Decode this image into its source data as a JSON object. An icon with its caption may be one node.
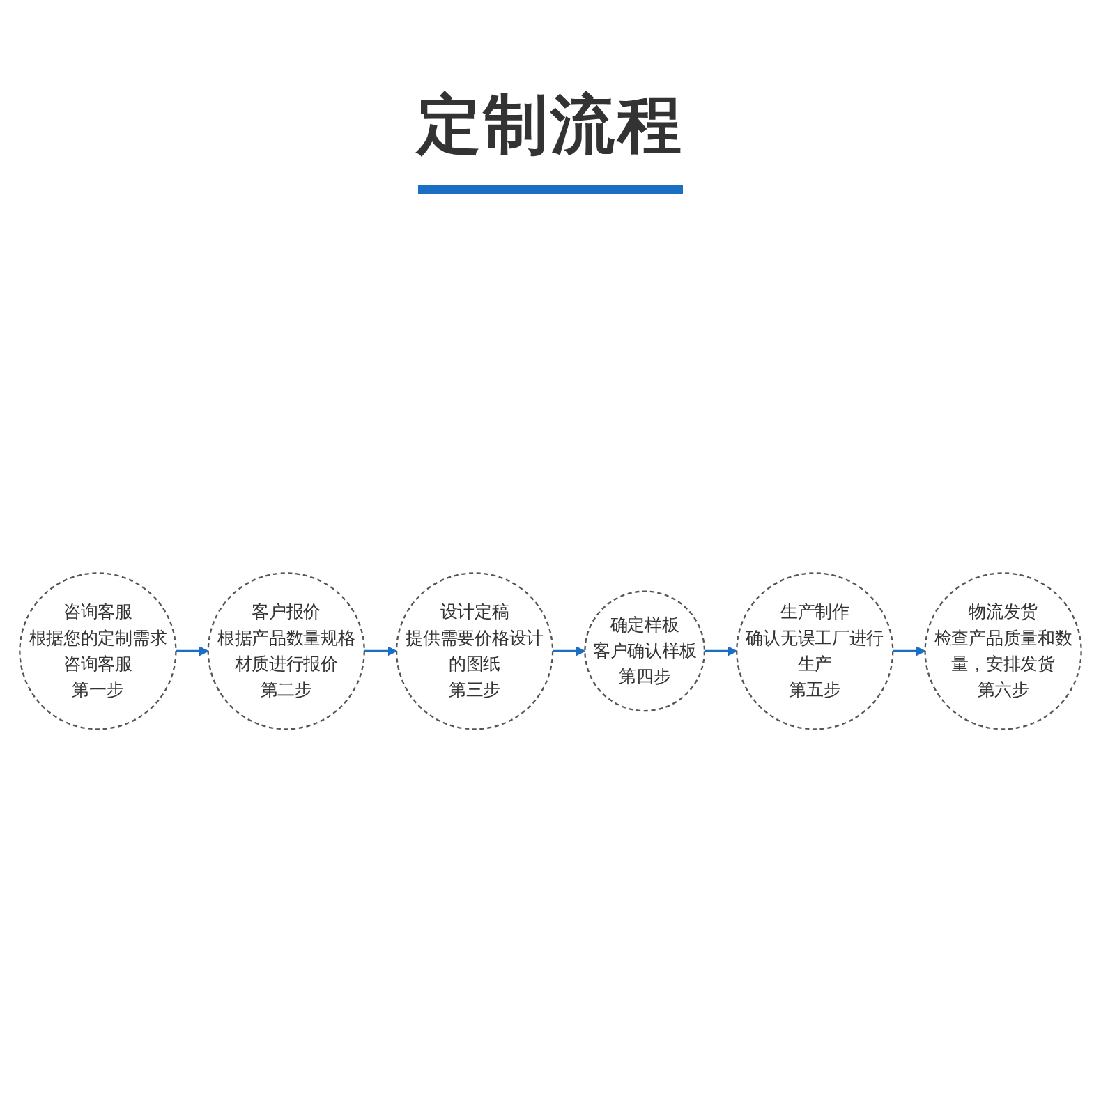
{
  "diagram": {
    "title": "定制流程",
    "nodes": [
      {
        "text": [
          "咨询客服",
          "根据您的定制需求咨询客服",
          "第一步"
        ]
      },
      {
        "text": [
          "客户报价",
          "根据产品数量规格材质进行报价",
          "第二步"
        ]
      },
      {
        "text": [
          "设计定稿",
          "提供需要价格设计的图纸",
          "第三步"
        ]
      },
      {
        "text": [
          "确定样板",
          "客户确认样板",
          "第四步"
        ]
      },
      {
        "text": [
          "生产制作",
          "确认无误工厂进行生产",
          "第五步"
        ]
      },
      {
        "text": [
          "物流发货",
          "检查产品质量和数量，安排发货",
          "第六步"
        ]
      }
    ],
    "edges": [
      {
        "from": 0,
        "to": 1,
        "arrow": "to"
      },
      {
        "from": 1,
        "to": 2,
        "arrow": "to"
      },
      {
        "from": 2,
        "to": 3,
        "arrow": "to"
      },
      {
        "from": 3,
        "to": 4,
        "arrow": "to"
      },
      {
        "from": 4,
        "to": 5,
        "arrow": "to"
      }
    ]
  }
}
